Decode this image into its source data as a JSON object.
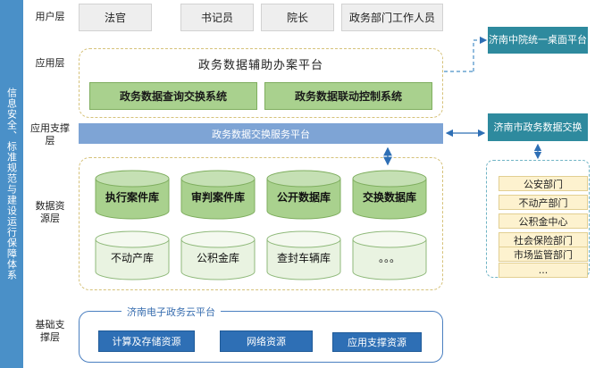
{
  "side_band": "信息安全、标准规范与建设运行保障体系",
  "layers": {
    "user": "用户层",
    "app": "应用层",
    "support": "应用支撑层",
    "data": "数据资源层",
    "base": "基础支撑层"
  },
  "users": [
    "法官",
    "书记员",
    "院长",
    "政务部门工作人员"
  ],
  "app_platform": "政务数据辅助办案平台",
  "app_systems": [
    "政务数据查询交换系统",
    "政务数据联动控制系统"
  ],
  "exchange_platform": "政务数据交换服务平台",
  "db_row1": [
    "执行案件库",
    "审判案件库",
    "公开数据库",
    "交换数据库"
  ],
  "db_row2": [
    "不动产库",
    "公积金库",
    "查封车辆库",
    "。。。"
  ],
  "cloud_platform": "济南电子政务云平台",
  "cloud_resources": [
    "计算及存储资源",
    "网络资源",
    "应用支撑资源"
  ],
  "right": {
    "desktop": "济南中院统一桌面平台",
    "exchange": "济南市政务数据交换",
    "departments": [
      "公安部门",
      "不动产部门",
      "公积金中心",
      "社会保险部门",
      "市场监管部门",
      "..."
    ]
  },
  "colors": {
    "side_band": "#4a90c8",
    "green_system": "#a9d18e",
    "exchange_band": "#7ea4d5",
    "teal": "#2e8a9e",
    "cloud_resource": "#2e6fb5",
    "dept_item": "#fdf2cf"
  }
}
